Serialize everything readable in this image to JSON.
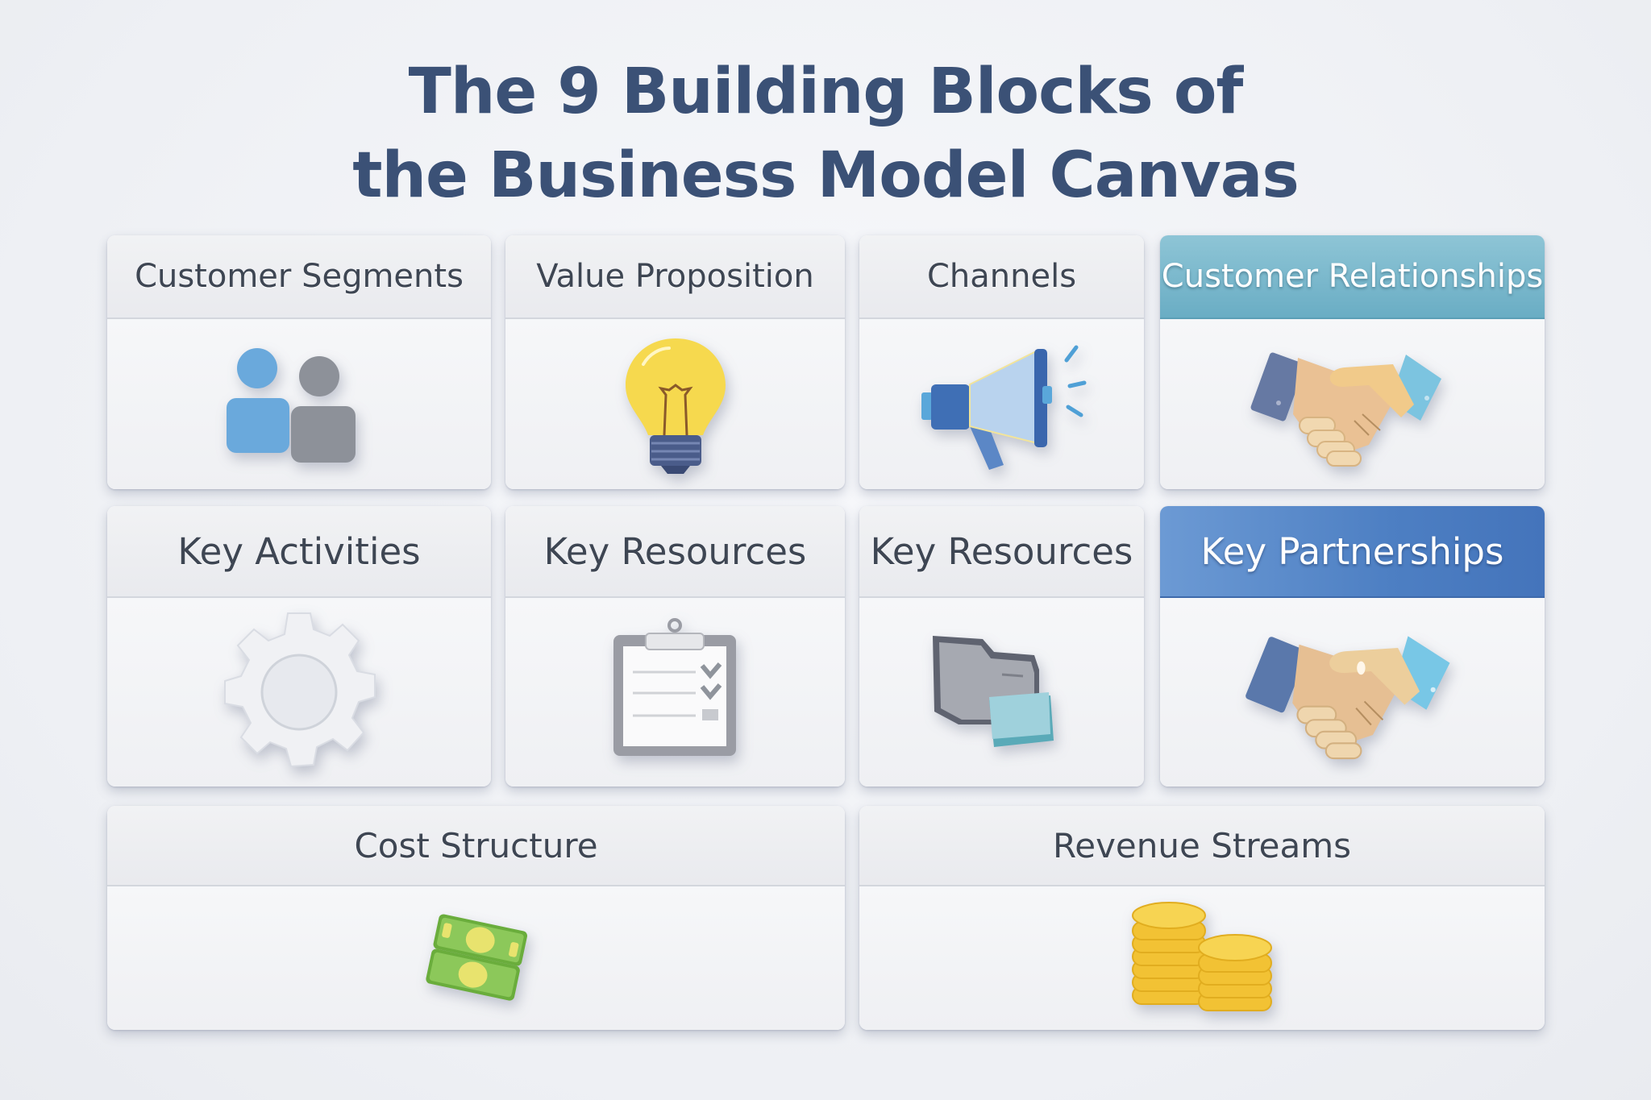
{
  "title": {
    "line1": "The 9 Building Blocks of",
    "line2": "the Business Model Canvas"
  },
  "colors": {
    "title": "#3b5176",
    "header_teal": "#7ab9cd",
    "header_blue": "#5585c6",
    "label_dark": "#3e4653"
  },
  "blocks": [
    {
      "label": "Customer Segments",
      "icon": "people-icon",
      "header_style": "neutral"
    },
    {
      "label": "Value Proposition",
      "icon": "lightbulb-icon",
      "header_style": "neutral"
    },
    {
      "label": "Channels",
      "icon": "megaphone-icon",
      "header_style": "neutral"
    },
    {
      "label": "Customer Relationships",
      "icon": "handshake-icon",
      "header_style": "teal"
    },
    {
      "label": "Key Activities",
      "icon": "gear-icon",
      "header_style": "neutral"
    },
    {
      "label": "Key Resources",
      "icon": "clipboard-checklist-icon",
      "header_style": "neutral"
    },
    {
      "label": "Key Resources",
      "icon": "folders-icon",
      "header_style": "neutral"
    },
    {
      "label": "Key Partnerships",
      "icon": "handshake-icon",
      "header_style": "blue"
    },
    {
      "label": "Cost Structure",
      "icon": "money-bills-icon",
      "header_style": "neutral"
    },
    {
      "label": "Revenue Streams",
      "icon": "coin-stacks-icon",
      "header_style": "neutral"
    }
  ]
}
